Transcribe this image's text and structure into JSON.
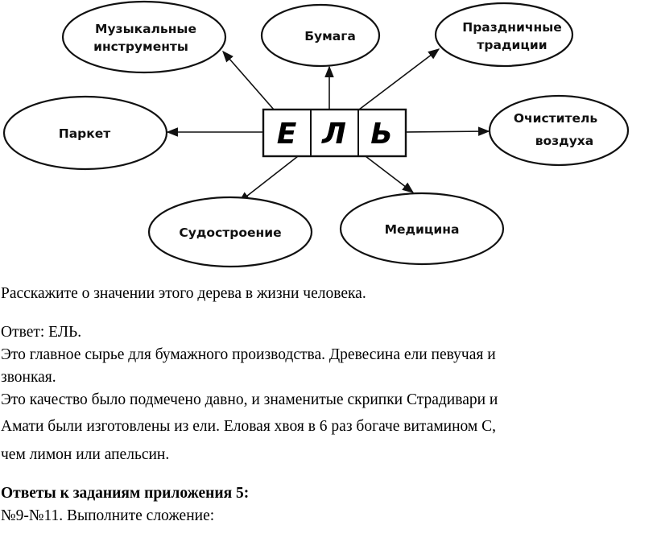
{
  "diagram": {
    "center": {
      "letters": [
        "Е",
        "Л",
        "Ь"
      ]
    },
    "nodes": {
      "music": [
        "Музыкальные",
        "инструменты"
      ],
      "paper": [
        "Бумага"
      ],
      "holiday": [
        "Праздничные",
        "традиции"
      ],
      "parquet": [
        "Паркет"
      ],
      "air": [
        "Очиститель",
        "воздуха"
      ],
      "ship": [
        "Судостроение"
      ],
      "medicine": [
        "Медицина"
      ]
    }
  },
  "text": {
    "question": "Расскажите о значении этого дерева в жизни человека.",
    "answer_label": "Ответ: ЕЛЬ.",
    "para1_line1": "Это главное сырье для бумажного производства. Древесина ели певучая и",
    "para1_line2": "звонкая.",
    "para2_line1": "Это качество было подмечено давно, и знаменитые скрипки Страдивари и",
    "para2_line2": "Амати были изготовлены из ели. Еловая хвоя в 6 раз богаче витамином С,",
    "para2_line3": "чем лимон или апельсин.",
    "section_heading": "Ответы к заданиям приложения 5:",
    "task_line": "№9-№11. Выполните сложение:"
  }
}
